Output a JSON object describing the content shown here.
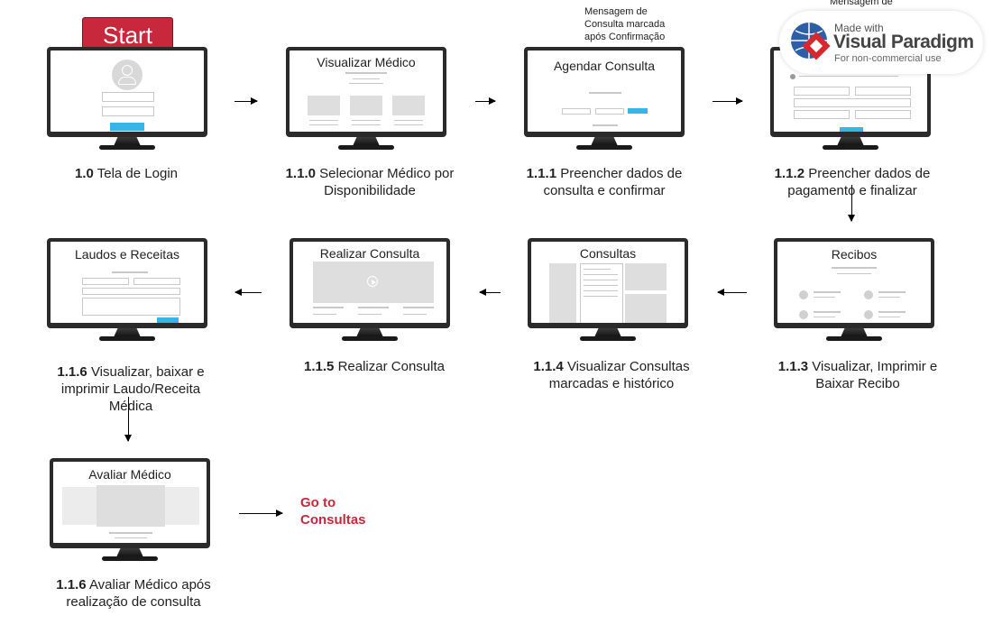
{
  "start_label": "Start",
  "note_top": [
    "Mensagem de",
    "Consulta marcada",
    "após Confirmação"
  ],
  "note_clipped": "Mensagem de",
  "watermark": {
    "made_with": "Made with",
    "brand": "Visual Paradigm",
    "sub": "For non-commercial use"
  },
  "goto_label": [
    "Go to",
    "Consultas"
  ],
  "screens": [
    {
      "id": "1.0",
      "title": "",
      "caption_num": "1.0",
      "caption_lines": [
        "Tela de Login"
      ]
    },
    {
      "id": "1.1.0",
      "title": "Visualizar Médico",
      "caption_num": "1.1.0",
      "caption_lines": [
        "Selecionar Médico por",
        "Disponibilidade"
      ]
    },
    {
      "id": "1.1.1",
      "title": "Agendar Consulta",
      "caption_num": "1.1.1",
      "caption_lines": [
        "Preencher dados de",
        "consulta e confirmar"
      ]
    },
    {
      "id": "1.1.2",
      "title": "",
      "caption_num": "1.1.2",
      "caption_lines": [
        "Preencher dados de",
        "pagamento e finalizar"
      ]
    },
    {
      "id": "1.1.3",
      "title": "Recibos",
      "caption_num": "1.1.3",
      "caption_lines": [
        "Visualizar, Imprimir e",
        "Baixar Recibo"
      ]
    },
    {
      "id": "1.1.4",
      "title": "Consultas",
      "caption_num": "1.1.4",
      "caption_lines": [
        " Visualizar Consultas",
        "marcadas e histórico"
      ]
    },
    {
      "id": "1.1.5",
      "title": "Realizar Consulta",
      "caption_num": "1.1.5",
      "caption_lines": [
        " Realizar Consulta"
      ]
    },
    {
      "id": "1.1.6a",
      "title": "Laudos e Receitas",
      "caption_num": "1.1.6",
      "caption_lines": [
        " Visualizar, baixar e",
        "imprimir Laudo/Receita",
        "Médica"
      ]
    },
    {
      "id": "1.1.6b",
      "title": "Avaliar Médico",
      "caption_num": "1.1.6",
      "caption_lines": [
        " Avaliar Médico após",
        "realização de consulta"
      ]
    }
  ]
}
